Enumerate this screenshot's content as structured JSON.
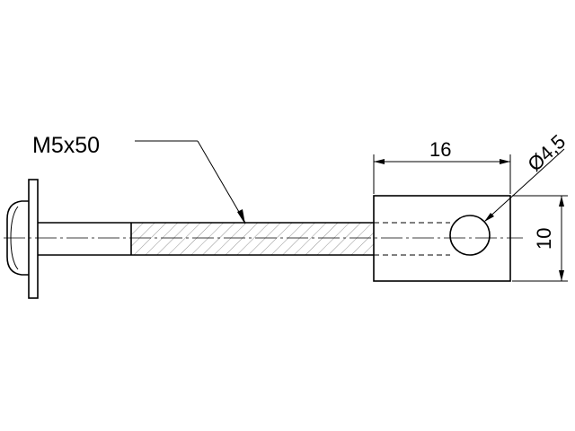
{
  "labels": {
    "thread_callout": "M5x50",
    "length_dim": "16",
    "diameter_dim": "Ø4,5",
    "height_dim": "10"
  },
  "colors": {
    "line": "#000000",
    "hatch": "#555555",
    "background": "#ffffff"
  }
}
